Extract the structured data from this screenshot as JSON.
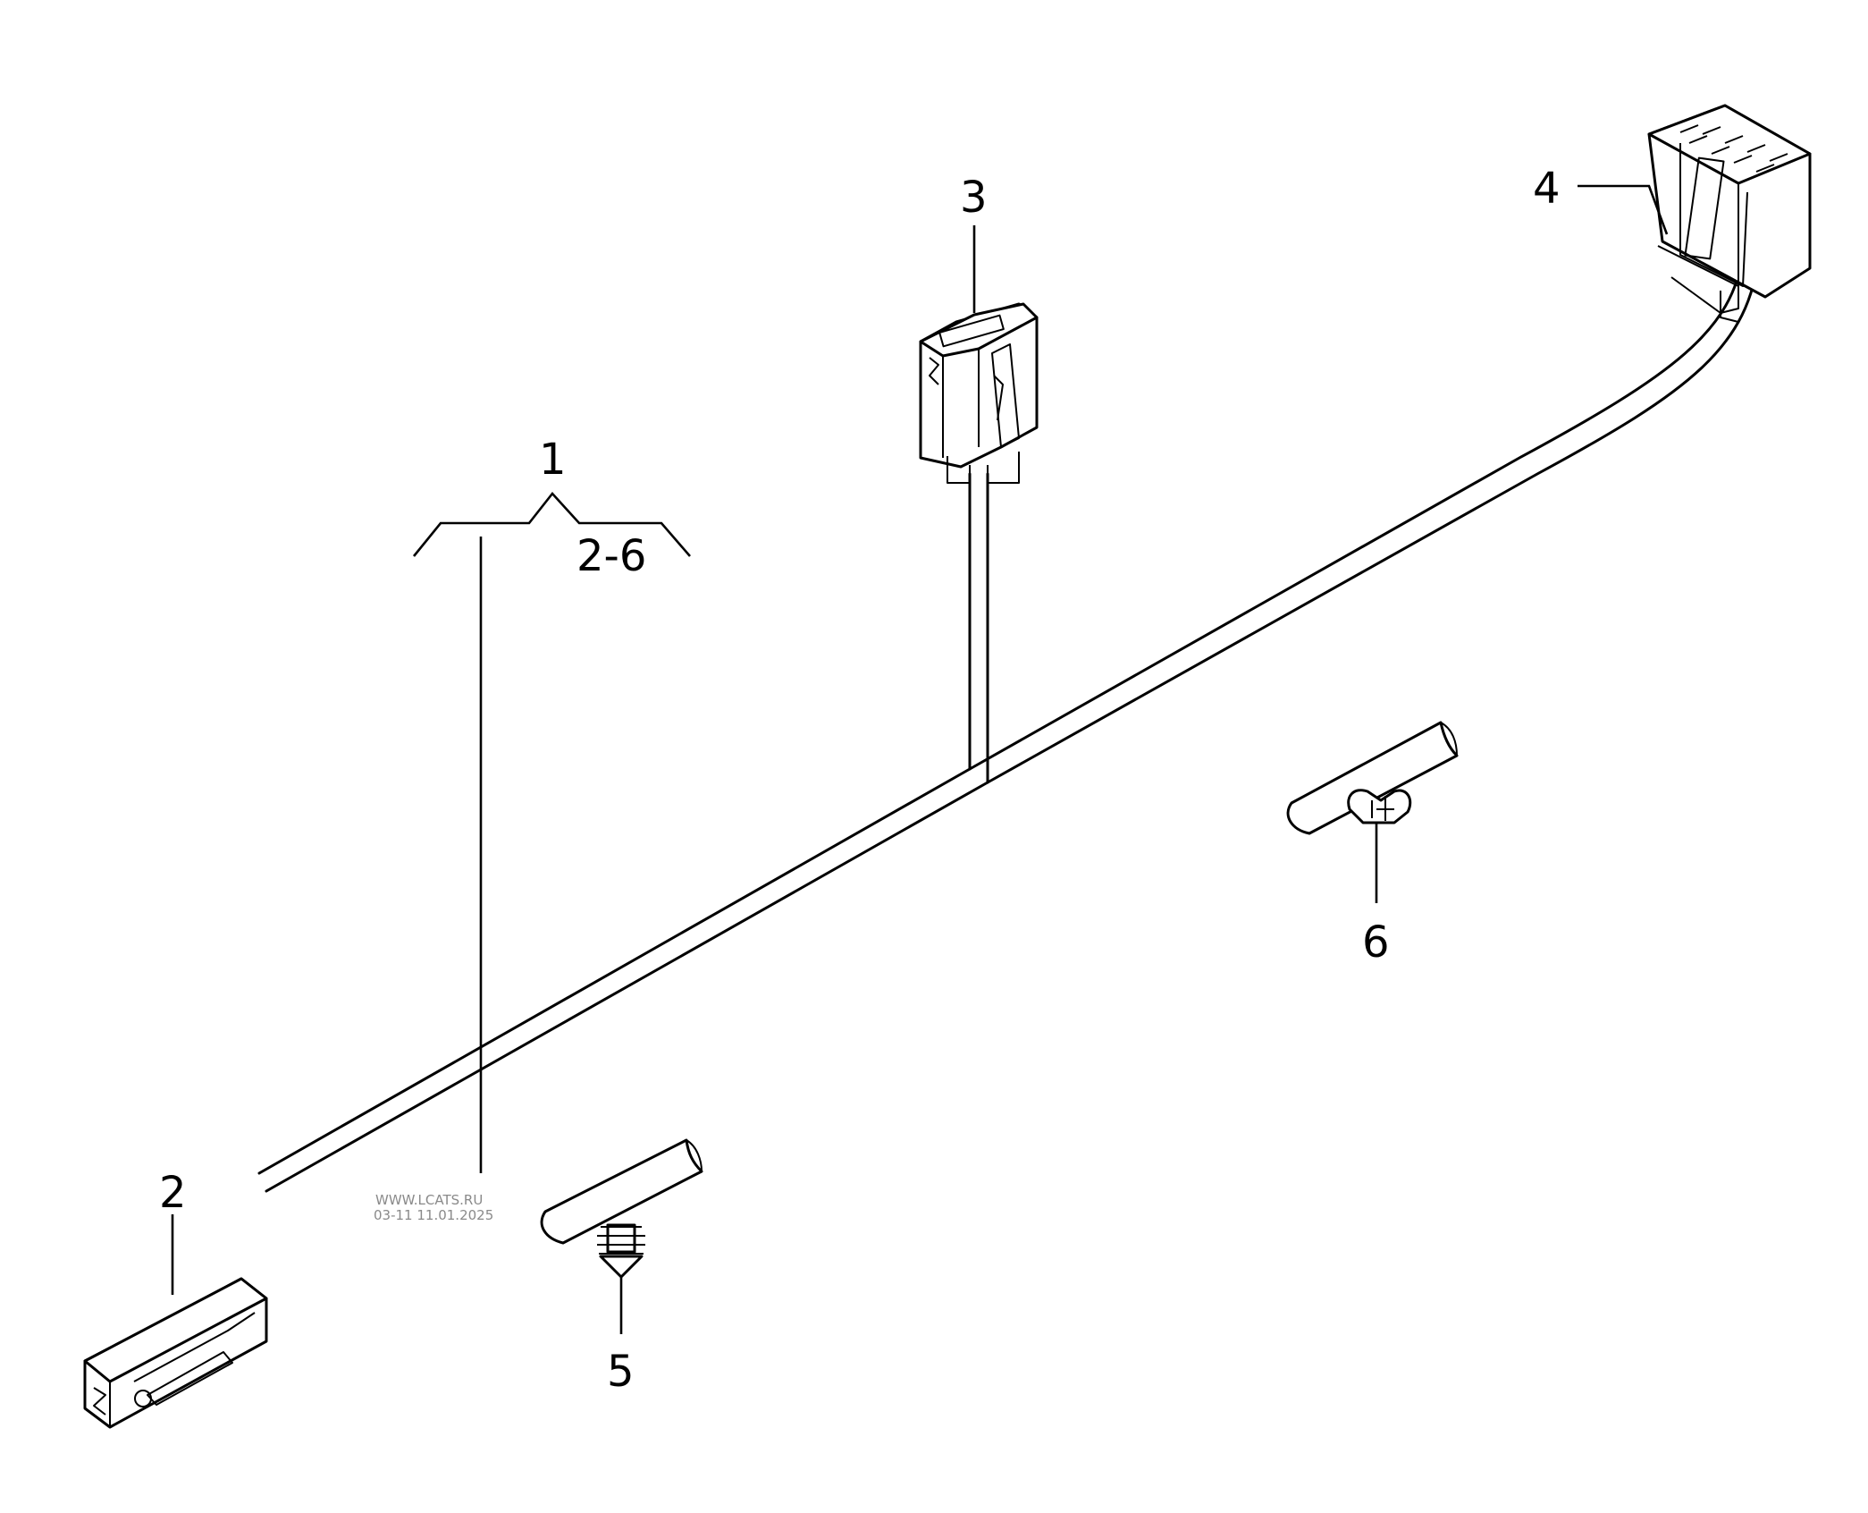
{
  "callouts": {
    "harness": "1",
    "harness_range": "2-6",
    "connector_a": "2",
    "connector_b": "3",
    "connector_c": "4",
    "clip_screw": "5",
    "clip_push": "6"
  },
  "watermark": {
    "line1": "WWW.LCATS.RU",
    "line2": "03-11 11.01.2025"
  }
}
